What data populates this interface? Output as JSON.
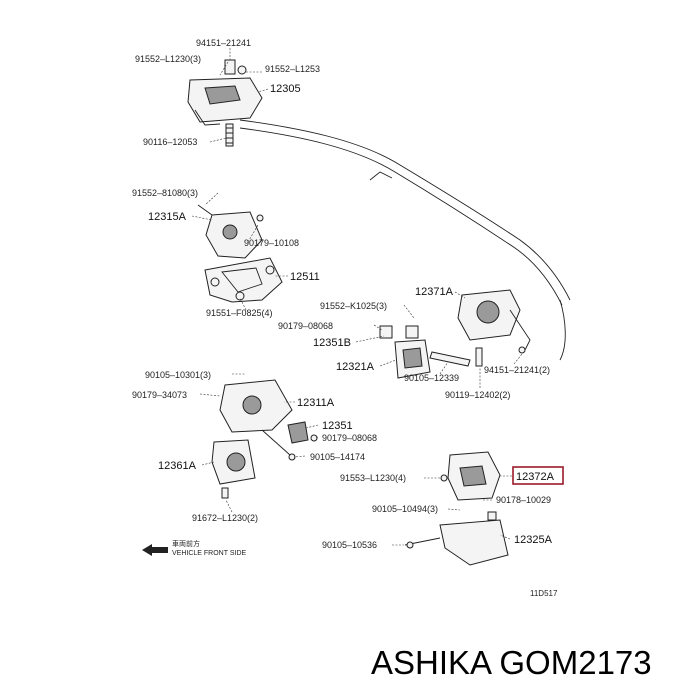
{
  "labels": {
    "l94151_21241_top": "94151–21241",
    "l91552_l1230": "91552–L1230(3)",
    "l91552_l1253": "91552–L1253",
    "l12305": "12305",
    "l90116": "90116–12053",
    "l91552_81080": "91552–81080(3)",
    "l12315a": "12315A",
    "l90179_10108": "90179–10108",
    "l12511": "12511",
    "l91551": "91551–F0825(4)",
    "l12371a": "12371A",
    "l91552_k1025": "91552–K1025(3)",
    "l90179_08068_a": "90179–08068",
    "l12351b": "12351B",
    "l12321a": "12321A",
    "l90105_12339": "90105–12339",
    "l94151_21241_mid": "94151–21241(2)",
    "l90119": "90119–12402(2)",
    "l90105_10301": "90105–10301(3)",
    "l90179_34073": "90179–34073",
    "l12311a": "12311A",
    "l12351": "12351",
    "l90179_08068_b": "90179–08068",
    "l90105_14174": "90105–14174",
    "l12361a": "12361A",
    "l91553": "91553–L1230(4)",
    "l12372a": "12372A",
    "l90178": "90178–10029",
    "l90105_10494": "90105–10494(3)",
    "l90105_10536": "90105–10536",
    "l12325a": "12325A",
    "l91672": "91672–L1230(2)",
    "front_jp": "車両前方",
    "front_en": "VEHICLE FRONT SIDE",
    "diagram_code": "11D517"
  },
  "brand_text": "ASHIKA GOM2173",
  "colors": {
    "highlight": "#9b1b2a",
    "ink": "#222222"
  }
}
